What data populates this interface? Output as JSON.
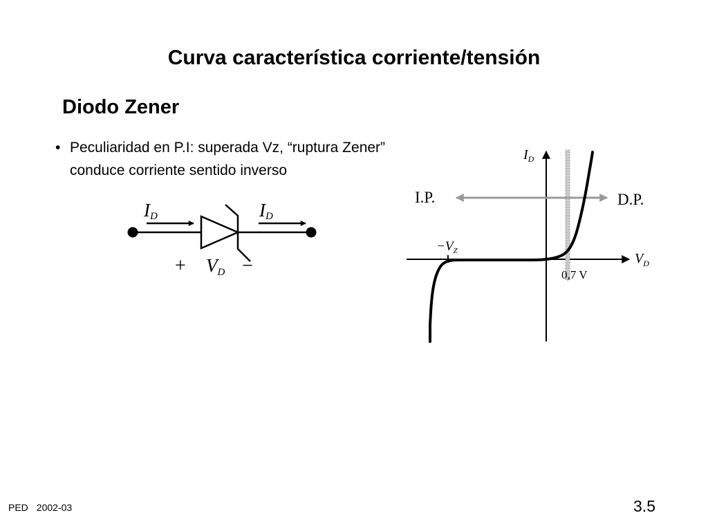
{
  "slide": {
    "title": "Curva característica corriente/tensión",
    "subtitle": "Diodo Zener",
    "bullet": {
      "marker": "•",
      "line1": "Peculiaridad en P.I: superada Vz, “ruptura Zener”",
      "line2": "conduce corriente sentido inverso"
    },
    "footer": {
      "course": "PED",
      "year": "2002-03",
      "page": "3.5"
    }
  },
  "symbol": {
    "current_main": "I",
    "current_sub": "D",
    "plus": "+",
    "minus": "−",
    "voltage_main": "V",
    "voltage_sub": "D"
  },
  "graph": {
    "y_axis_main": "I",
    "y_axis_sub": "D",
    "x_axis_main": "V",
    "x_axis_sub": "D",
    "ip_label": "I.P.",
    "dp_label": "D.P.",
    "vz_label_main": "−V",
    "vz_label_sub": "Z",
    "threshold_label": "0,7 V"
  }
}
